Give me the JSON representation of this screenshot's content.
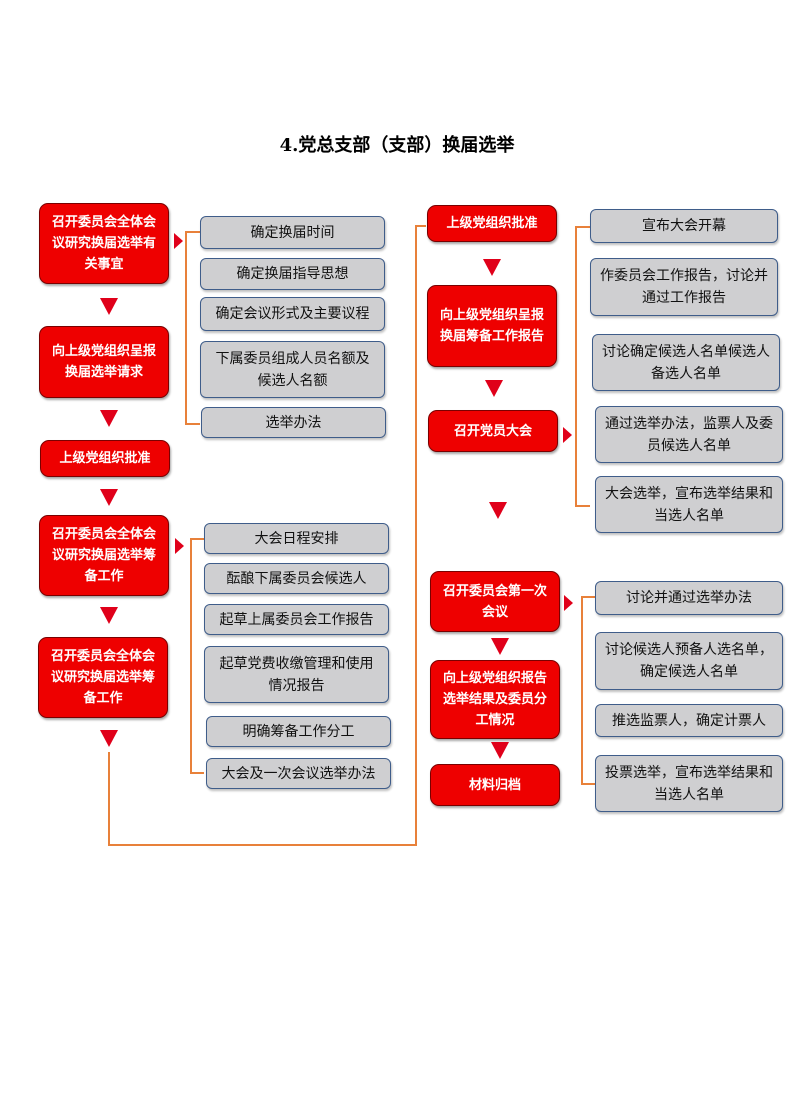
{
  "title": "4.党总支部（支部）换届选举",
  "left": {
    "step1": "召开委员会全体会议研究换届选举有关事宜",
    "step2": "向上级党组织呈报换届选举请求",
    "step3": "上级党组织批准",
    "step4": "召开委员会全体会议研究换届选举筹备工作",
    "step5": "召开委员会全体会议研究换届选举筹备工作",
    "group1": [
      "确定换届时间",
      "确定换届指导思想",
      "确定会议形式及主要议程",
      "下属委员组成人员名额及候选人名额",
      "选举办法"
    ],
    "group2": [
      "大会日程安排",
      "酝酿下属委员会候选人",
      "起草上属委员会工作报告",
      "起草党费收缴管理和使用情况报告",
      "明确筹备工作分工",
      "大会及一次会议选举办法"
    ]
  },
  "right": {
    "step1": "上级党组织批准",
    "step2": "向上级党组织呈报换届筹备工作报告",
    "step3": "召开党员大会",
    "step4": "召开委员会第一次会议",
    "step5": "向上级党组织报告选举结果及委员分工情况",
    "step6": "材料归档",
    "group1": [
      "宣布大会开幕",
      "作委员会工作报告，讨论并通过工作报告",
      "讨论确定候选人名单候选人备选人名单",
      "通过选举办法，监票人及委员候选人名单",
      "大会选举，宣布选举结果和当选人名单"
    ],
    "group2": [
      "讨论并通过选举办法",
      "讨论候选人预备人选名单，确定候选人名单",
      "推选监票人，确定计票人",
      "投票选举，宣布选举结果和当选人名单"
    ]
  },
  "colors": {
    "red": "#ee0000",
    "gray": "#cfcfd1",
    "connector": "#e8813a"
  }
}
